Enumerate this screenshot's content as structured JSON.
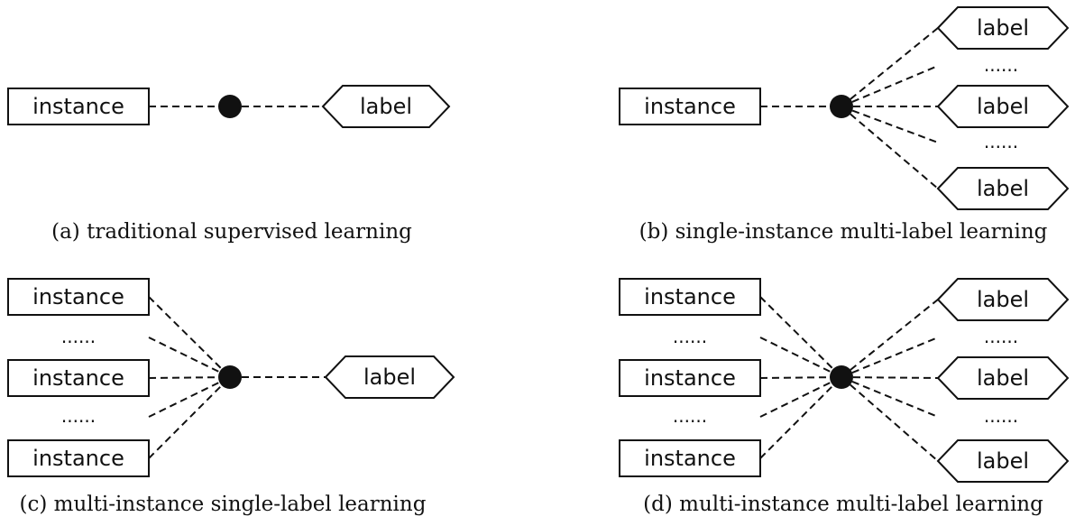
{
  "terms": {
    "instance": "instance",
    "label": "label",
    "ellipsis": "......"
  },
  "panels": [
    {
      "id": "a",
      "caption": "(a) traditional supervised learning",
      "instances": [
        "instance"
      ],
      "labels": [
        "label"
      ]
    },
    {
      "id": "b",
      "caption": "(b) single-instance multi-label learning",
      "instances": [
        "instance"
      ],
      "labels": [
        "label",
        "......",
        "label",
        "......",
        "label"
      ]
    },
    {
      "id": "c",
      "caption": "(c) multi-instance single-label learning",
      "instances": [
        "instance",
        "......",
        "instance",
        "......",
        "instance"
      ],
      "labels": [
        "label"
      ]
    },
    {
      "id": "d",
      "caption": "(d) multi-instance multi-label learning",
      "instances": [
        "instance",
        "......",
        "instance",
        "......",
        "instance"
      ],
      "labels": [
        "label",
        "......",
        "label",
        "......",
        "label"
      ]
    }
  ]
}
